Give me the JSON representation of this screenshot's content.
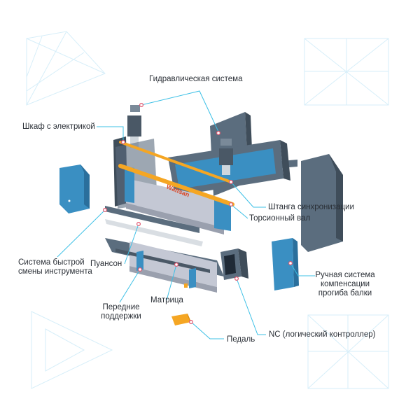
{
  "brand": {
    "logo_text": "Wattsan"
  },
  "colors": {
    "blue": "#3a8fc2",
    "blue_dark": "#2a6f9c",
    "steel": "#5b6d7e",
    "steel_dark": "#3f4d5a",
    "orange": "#f5a623",
    "leader": "#3cc0e6",
    "pointer": "#e0566e",
    "deco": "#d6eef9"
  },
  "callouts": {
    "hydraulic": "Гидравлическая система",
    "electric_cabinet": "Шкаф с электрикой",
    "sync_rod": "Штанга синхронизации",
    "torsion_shaft": "Торсионный вал",
    "quick_change": "Система быстрой смены инструмента",
    "punch": "Пуансон",
    "manual_comp": "Ручная система компенсации прогиба балки",
    "front_supports": "Передние поддержки",
    "die": "Матрица",
    "nc_controller": "NC (логический контроллер)",
    "pedal": "Педаль"
  }
}
